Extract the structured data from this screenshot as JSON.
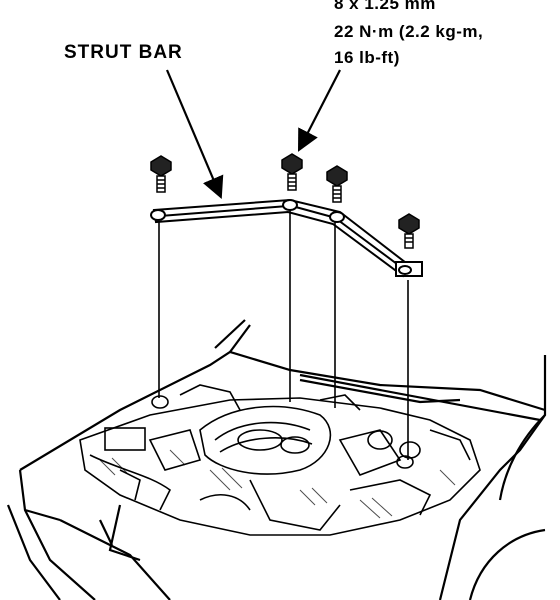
{
  "callouts": {
    "strut_bar": "STRUT BAR",
    "bolt_spec": [
      "8 x 1.25 mm",
      "22 N·m (2.2 kg-m,",
      "16 lb-ft)"
    ]
  }
}
